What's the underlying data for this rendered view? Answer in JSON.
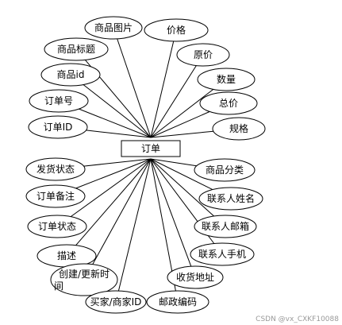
{
  "diagram": {
    "entity": "订单",
    "attributes": [
      "商品图片",
      "价格",
      "商品标题",
      "原价",
      "商品id",
      "数量",
      "订单号",
      "总价",
      "订单ID",
      "规格",
      "发货状态",
      "商品分类",
      "订单备注",
      "联系人姓名",
      "订单状态",
      "联系人邮箱",
      "描述",
      "联系人手机",
      "创建/更新时间",
      "收货地址",
      "买家/商家ID",
      "邮政编码"
    ]
  },
  "watermark": "CSDN @vx_CXKF10088"
}
